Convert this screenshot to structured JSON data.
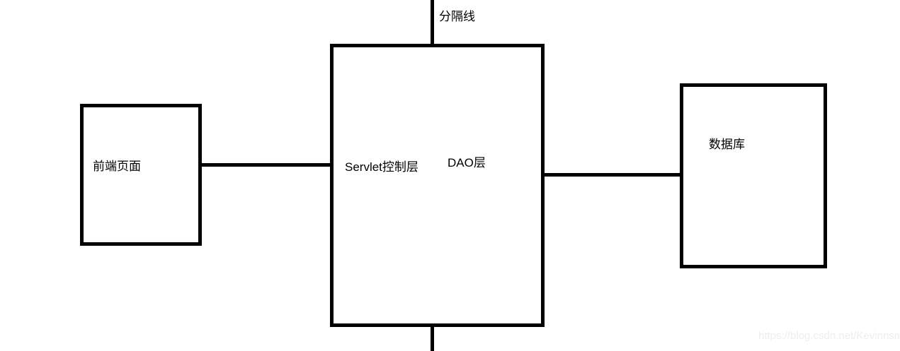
{
  "diagram": {
    "title_label": "分隔线",
    "background_color": "#ffffff",
    "stroke_color": "#000000",
    "nodes": [
      {
        "id": "frontend",
        "label": "前端页面"
      },
      {
        "id": "servlet",
        "label": "Servlet控制层"
      },
      {
        "id": "dao",
        "label": "DAO层"
      },
      {
        "id": "database",
        "label": "数据库"
      }
    ],
    "connections": [
      {
        "from": "frontend",
        "to": "servlet"
      },
      {
        "from": "dao",
        "to": "database"
      }
    ]
  },
  "watermark": {
    "text": "https://blog.csdn.net/Kevinnsm",
    "color": "#eeeeee"
  }
}
